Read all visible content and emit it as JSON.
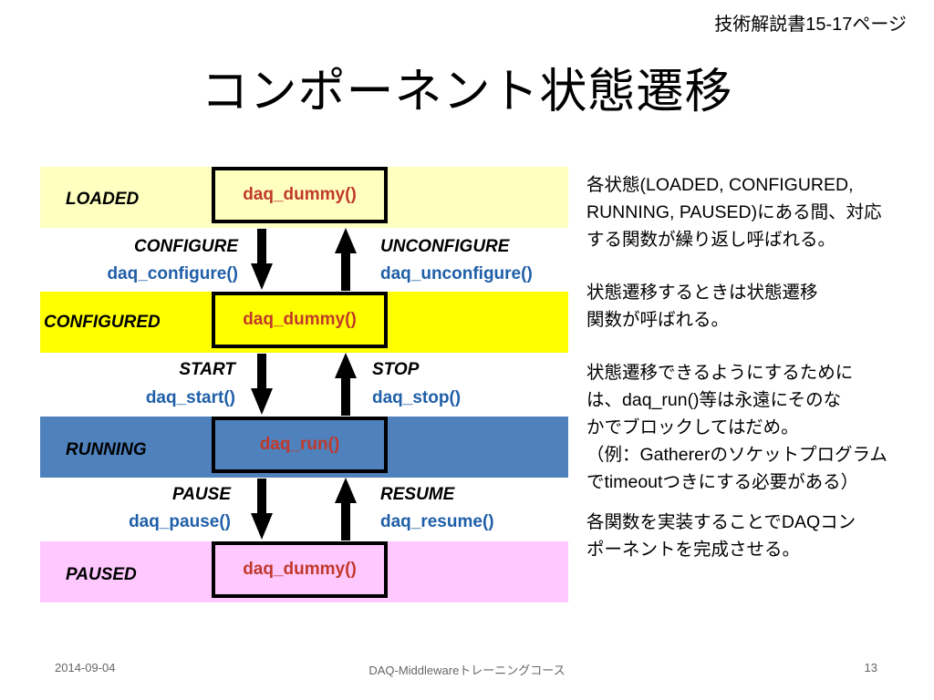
{
  "header": {
    "reference": "技術解説書15-17ページ",
    "title": "コンポーネント状態遷移"
  },
  "states": {
    "loaded": {
      "name": "LOADED",
      "function": "daq_dummy()"
    },
    "configured": {
      "name": "CONFIGURED",
      "function": "daq_dummy()"
    },
    "running": {
      "name": "RUNNING",
      "function": "daq_run()"
    },
    "paused": {
      "name": "PAUSED",
      "function": "daq_dummy()"
    }
  },
  "transitions": {
    "configure": {
      "label": "CONFIGURE",
      "function": "daq_configure()"
    },
    "unconfigure": {
      "label": "UNCONFIGURE",
      "function": "daq_unconfigure()"
    },
    "start": {
      "label": "START",
      "function": "daq_start()"
    },
    "stop": {
      "label": "STOP",
      "function": "daq_stop()"
    },
    "pause": {
      "label": "PAUSE",
      "function": "daq_pause()"
    },
    "resume": {
      "label": "RESUME",
      "function": "daq_resume()"
    }
  },
  "description": {
    "p1_line1": "各状態(LOADED, CONFIGURED,",
    "p1_line2": "RUNNING, PAUSED)にある間、対応",
    "p1_line3": "する関数が繰り返し呼ばれる。",
    "p2_line1": "状態遷移するときは状態遷移",
    "p2_line2": "関数が呼ばれる。",
    "p3_line1": "状態遷移できるようにするために",
    "p3_line2": "は、daq_run()等は永遠にそのな",
    "p3_line3": "かでブロックしてはだめ。",
    "p3_line4": "（例：Gathererのソケットプログラム",
    "p3_line5": "でtimeoutつきにする必要がある）",
    "p4_line1": "各関数を実装することでDAQコン",
    "p4_line2": "ポーネントを完成させる。"
  },
  "footer": {
    "date": "2014-09-04",
    "course": "DAQ-Middlewareトレーニングコース",
    "page": "13"
  },
  "colors": {
    "loaded_band": "#ffffc0",
    "configured_band": "#ffff00",
    "running_band": "#4f81bd",
    "paused_band": "#ffc8ff",
    "function_text": "#c0392b",
    "transition_function": "#1f5fa8"
  }
}
